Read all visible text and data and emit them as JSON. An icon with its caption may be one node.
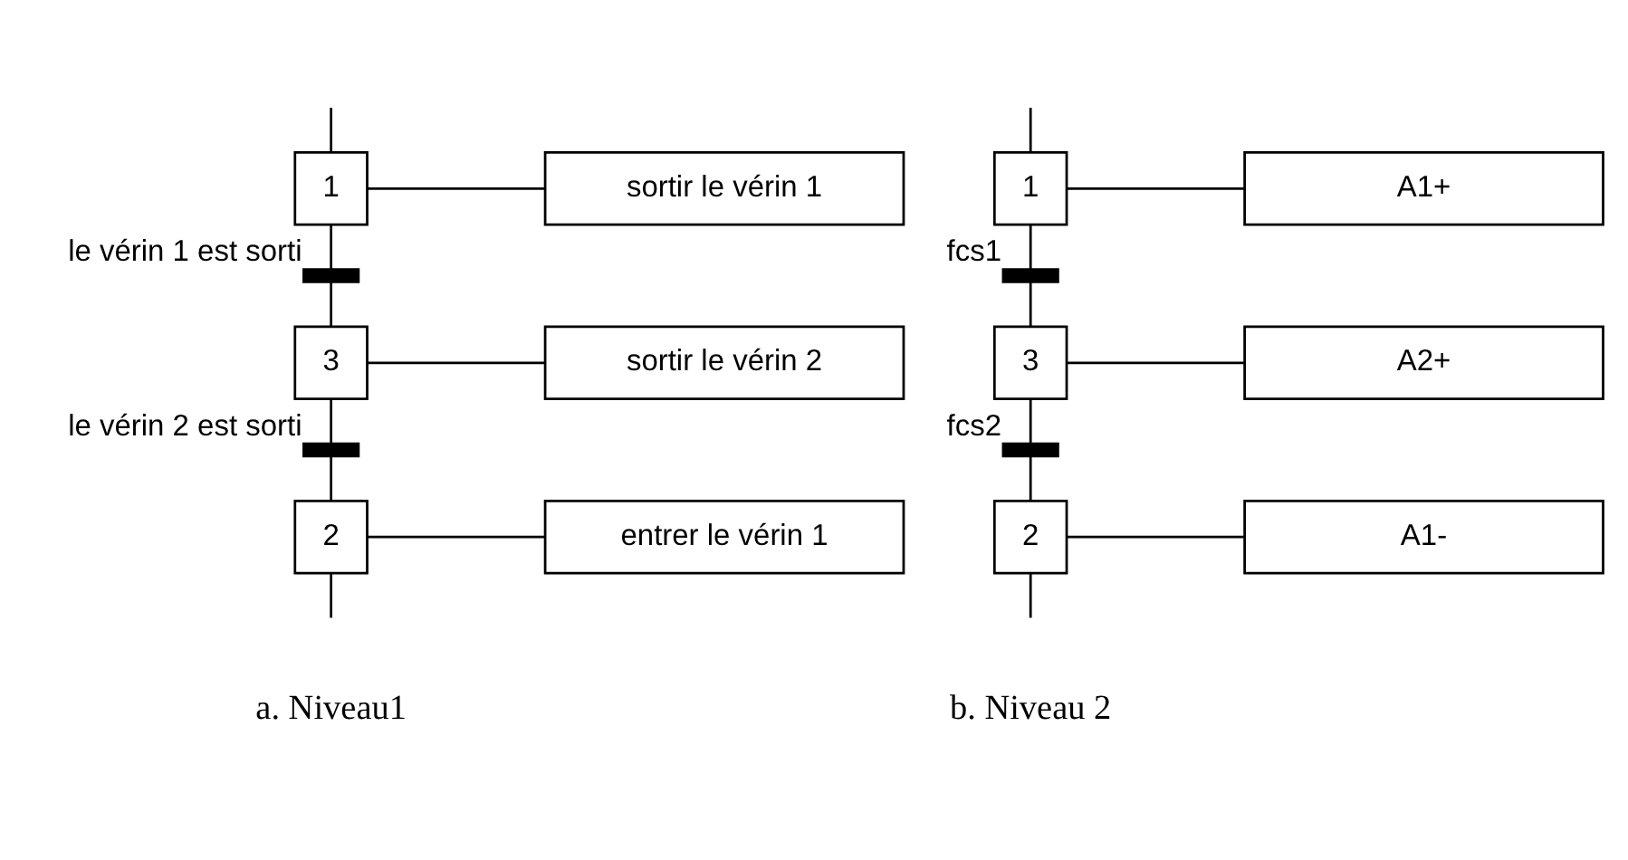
{
  "diagram": {
    "nodes": [
      {
        "text": [
          "1"
        ]
      },
      {
        "text": [
          "sortir le vérin 1"
        ]
      },
      {
        "text": [],
        "shape": "bar",
        "beside": [
          "le vérin 1 est sorti"
        ]
      },
      {
        "text": [
          "3"
        ]
      },
      {
        "text": [
          "sortir le vérin 2"
        ]
      },
      {
        "text": [],
        "shape": "bar",
        "beside": [
          "le vérin 2 est sorti"
        ]
      },
      {
        "text": [
          "2"
        ]
      },
      {
        "text": [
          "entrer le vérin 1"
        ]
      },
      {
        "text": [
          "1"
        ]
      },
      {
        "text": [
          "A1+"
        ]
      },
      {
        "text": [],
        "shape": "bar",
        "beside": [
          "fcs1"
        ]
      },
      {
        "text": [
          "3"
        ]
      },
      {
        "text": [
          "A2+"
        ]
      },
      {
        "text": [],
        "shape": "bar",
        "beside": [
          "fcs2"
        ]
      },
      {
        "text": [
          "2"
        ]
      },
      {
        "text": [
          "A1-"
        ]
      }
    ],
    "edges": [
      {
        "from": null,
        "to": 0,
        "arrow": "none"
      },
      {
        "from": 0,
        "to": 1,
        "arrow": "none"
      },
      {
        "from": 0,
        "to": 2,
        "arrow": "none"
      },
      {
        "from": 2,
        "to": 3,
        "arrow": "none"
      },
      {
        "from": 3,
        "to": 4,
        "arrow": "none"
      },
      {
        "from": 3,
        "to": 5,
        "arrow": "none"
      },
      {
        "from": 5,
        "to": 6,
        "arrow": "none"
      },
      {
        "from": 6,
        "to": 7,
        "arrow": "none"
      },
      {
        "from": 6,
        "to": null,
        "arrow": "none"
      },
      {
        "from": null,
        "to": 8,
        "arrow": "none"
      },
      {
        "from": 8,
        "to": 9,
        "arrow": "none"
      },
      {
        "from": 8,
        "to": 10,
        "arrow": "none"
      },
      {
        "from": 10,
        "to": 11,
        "arrow": "none"
      },
      {
        "from": 11,
        "to": 12,
        "arrow": "none"
      },
      {
        "from": 11,
        "to": 13,
        "arrow": "none"
      },
      {
        "from": 13,
        "to": 14,
        "arrow": "none"
      },
      {
        "from": 14,
        "to": 15,
        "arrow": "none"
      },
      {
        "from": 14,
        "to": null,
        "arrow": "none"
      }
    ],
    "labels": [
      "a. Niveau1",
      "b. Niveau 2"
    ]
  }
}
